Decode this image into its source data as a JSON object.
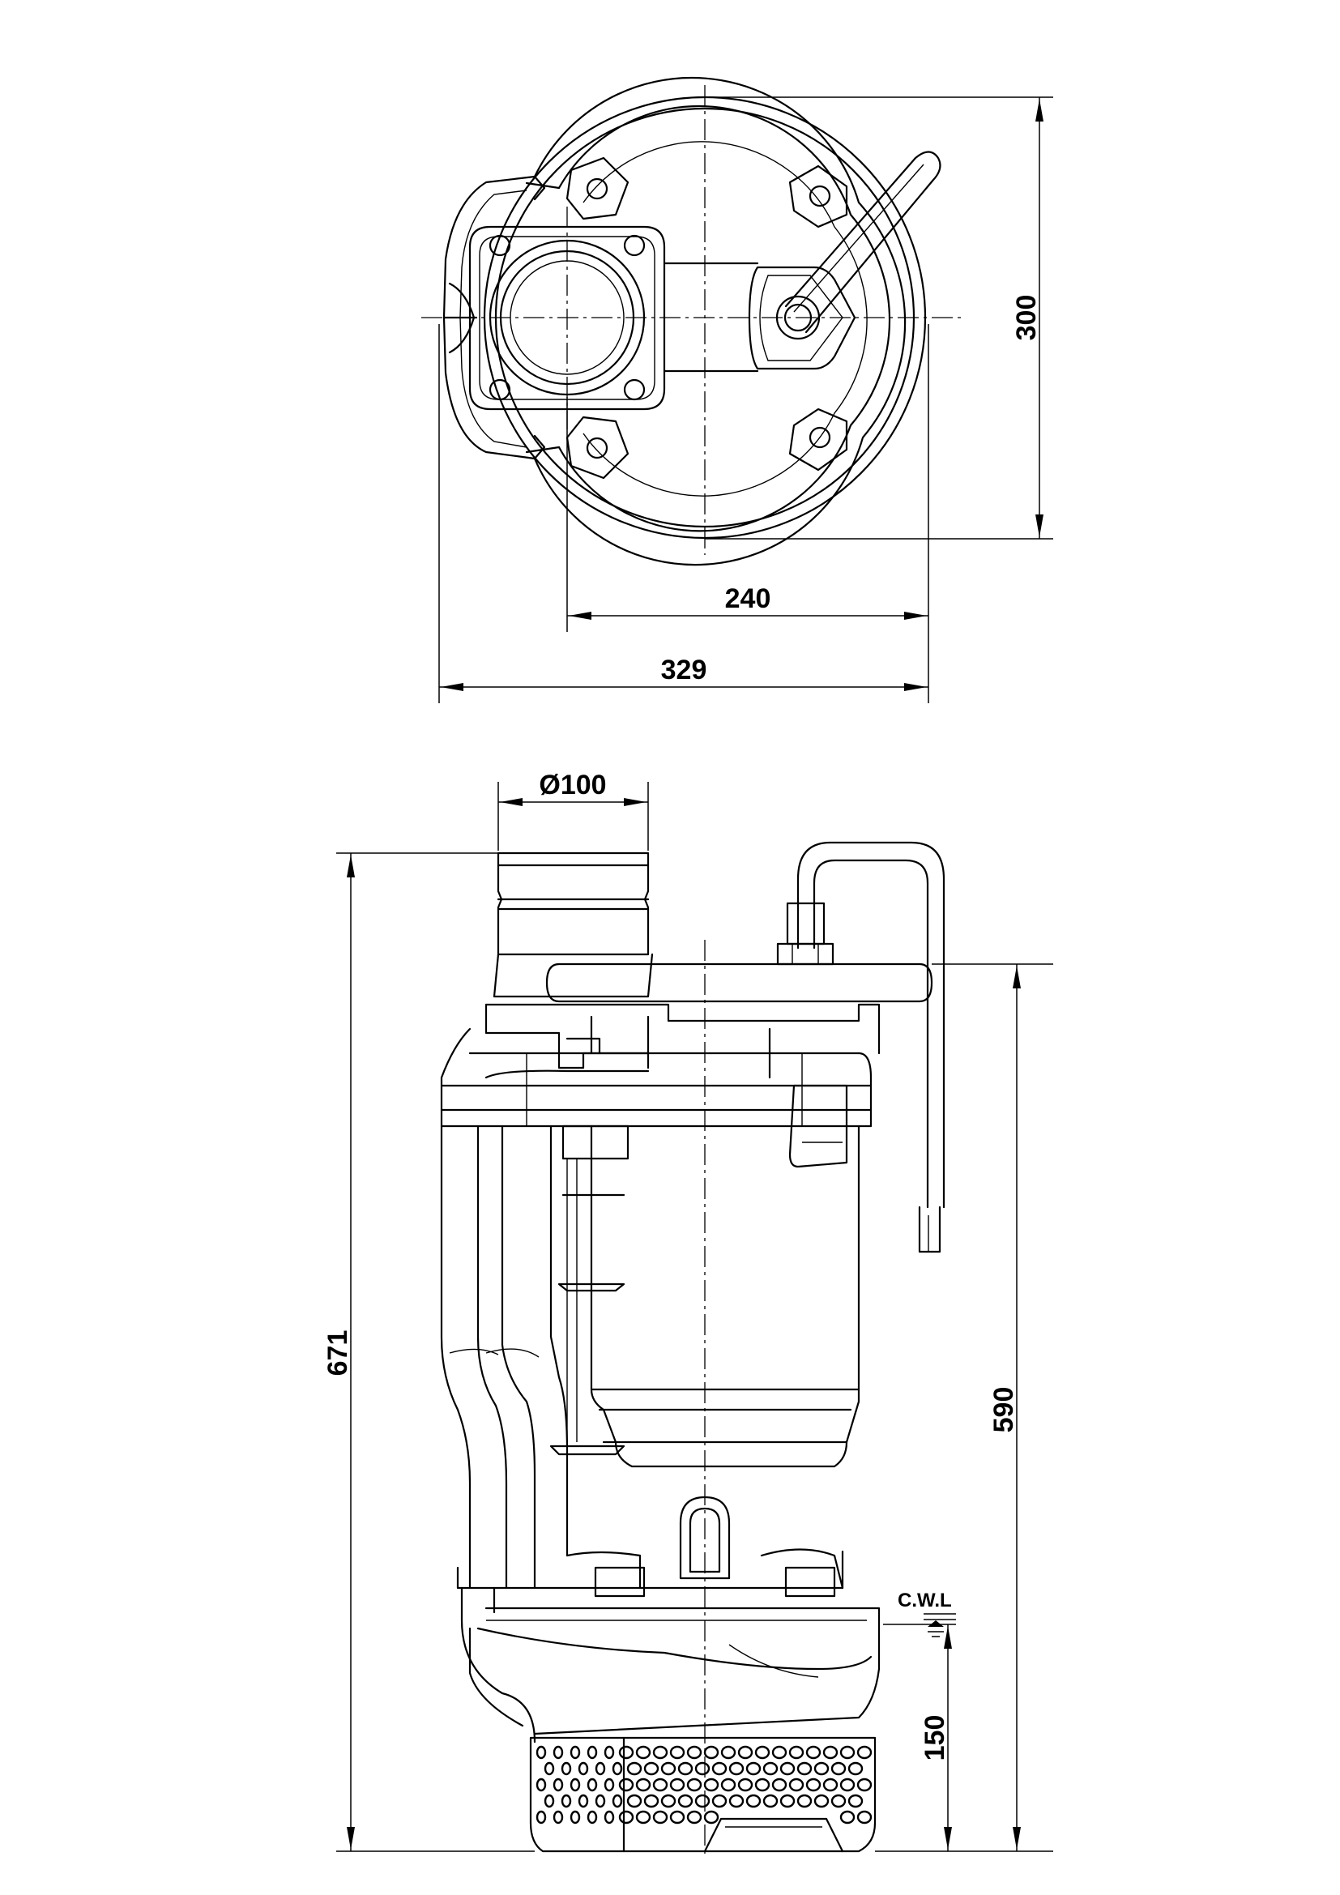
{
  "top_view": {
    "dim_height": "300",
    "dim_inner_width": "240",
    "dim_overall_width": "329"
  },
  "side_view": {
    "dim_outlet": "Ø100",
    "dim_overall_height": "671",
    "dim_upper_height": "590",
    "dim_water_level": "150",
    "water_level_label": "C.W.L"
  }
}
